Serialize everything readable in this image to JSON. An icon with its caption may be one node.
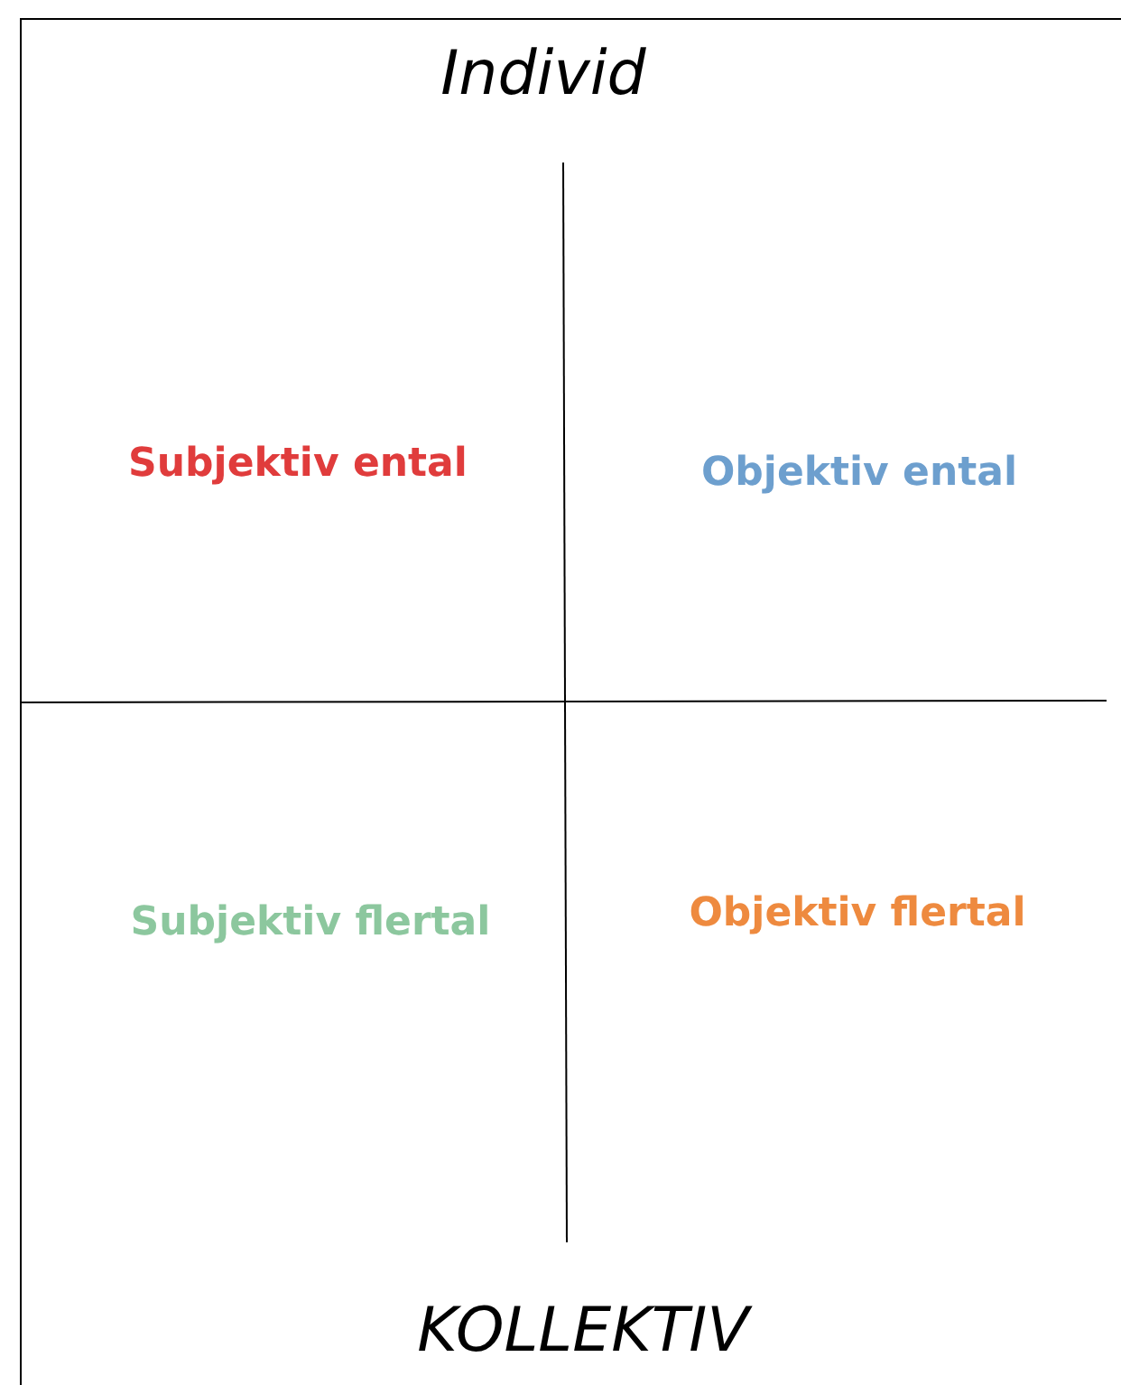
{
  "diagram": {
    "labels": [
      "Individ",
      "Subjektiv ental",
      "Objektiv ental",
      "Subjektiv flertal",
      "Objektiv flertal",
      "KOLLEKTIV"
    ]
  }
}
